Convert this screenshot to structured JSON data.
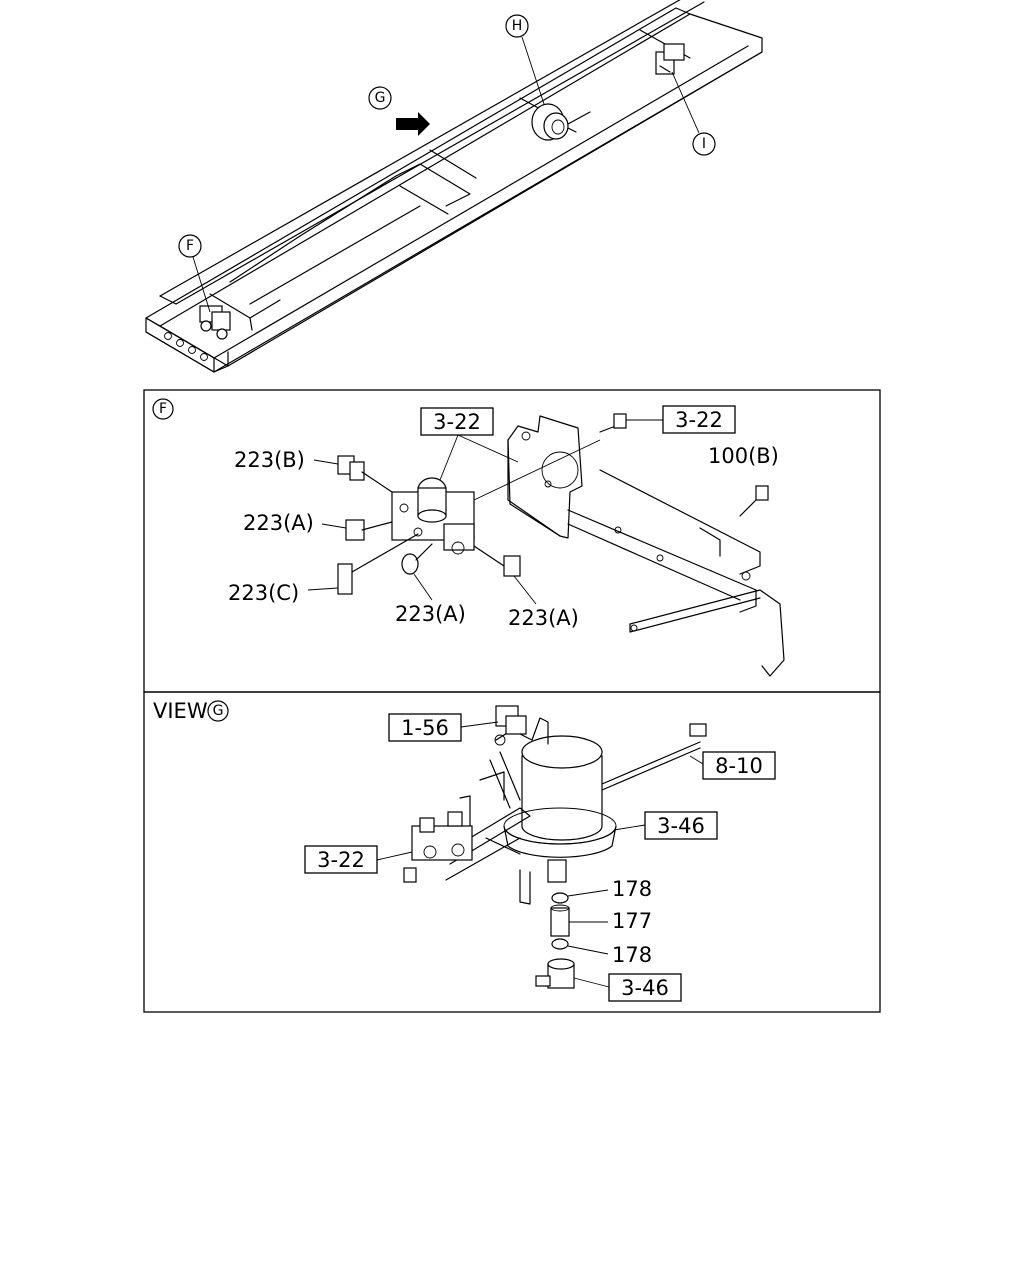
{
  "overview": {
    "callouts": {
      "G": "G",
      "H": "H",
      "I": "I",
      "F": "F"
    }
  },
  "panel_f": {
    "view_letter": "F",
    "labels": {
      "ref_3_22_top": "3-22",
      "ref_3_22_right": "3-22",
      "p_223b": "223(B)",
      "p_223a_left": "223(A)",
      "p_223c": "223(C)",
      "p_223a_mid": "223(A)",
      "p_223a_right": "223(A)",
      "p_100b": "100(B)"
    }
  },
  "panel_g": {
    "view_prefix": "VIEW",
    "view_letter": "G",
    "labels": {
      "ref_1_56": "1-56",
      "ref_8_10": "8-10",
      "ref_3_46_top": "3-46",
      "ref_3_22": "3-22",
      "p_178_top": "178",
      "p_177": "177",
      "p_178_bottom": "178",
      "ref_3_46_bottom": "3-46"
    }
  }
}
